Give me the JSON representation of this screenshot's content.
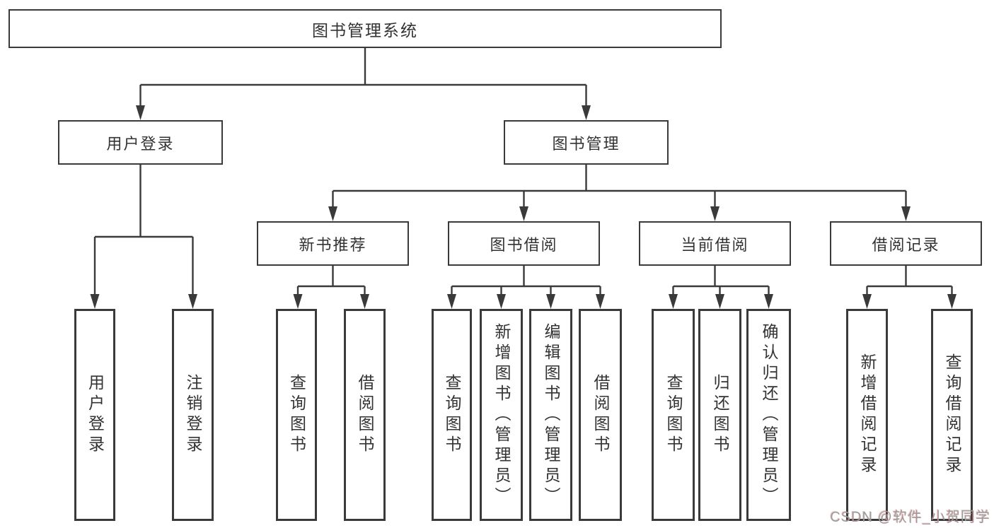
{
  "diagram": {
    "root": {
      "label": "图书管理系统"
    },
    "level2": [
      {
        "label": "用户登录"
      },
      {
        "label": "图书管理"
      }
    ],
    "level3": [
      {
        "label": "新书推荐"
      },
      {
        "label": "图书借阅"
      },
      {
        "label": "当前借阅"
      },
      {
        "label": "借阅记录"
      }
    ],
    "leaves": [
      {
        "label": "用户登录"
      },
      {
        "label": "注销登录"
      },
      {
        "label": "查询图书"
      },
      {
        "label": "借阅图书"
      },
      {
        "label": "查询图书"
      },
      {
        "label": "新增图书（管理员）"
      },
      {
        "label": "编辑图书（管理员）"
      },
      {
        "label": "借阅图书"
      },
      {
        "label": "查询图书"
      },
      {
        "label": "归还图书"
      },
      {
        "label": "确认归还（管理员）"
      },
      {
        "label": "新增借阅记录"
      },
      {
        "label": "查询借阅记录"
      }
    ],
    "watermark": "CSDN @软件_小贺同学",
    "colors": {
      "line": "#3a3a3a",
      "text": "#333333",
      "canvas": "#ffffff",
      "watermark": "#9c9c9c"
    }
  }
}
